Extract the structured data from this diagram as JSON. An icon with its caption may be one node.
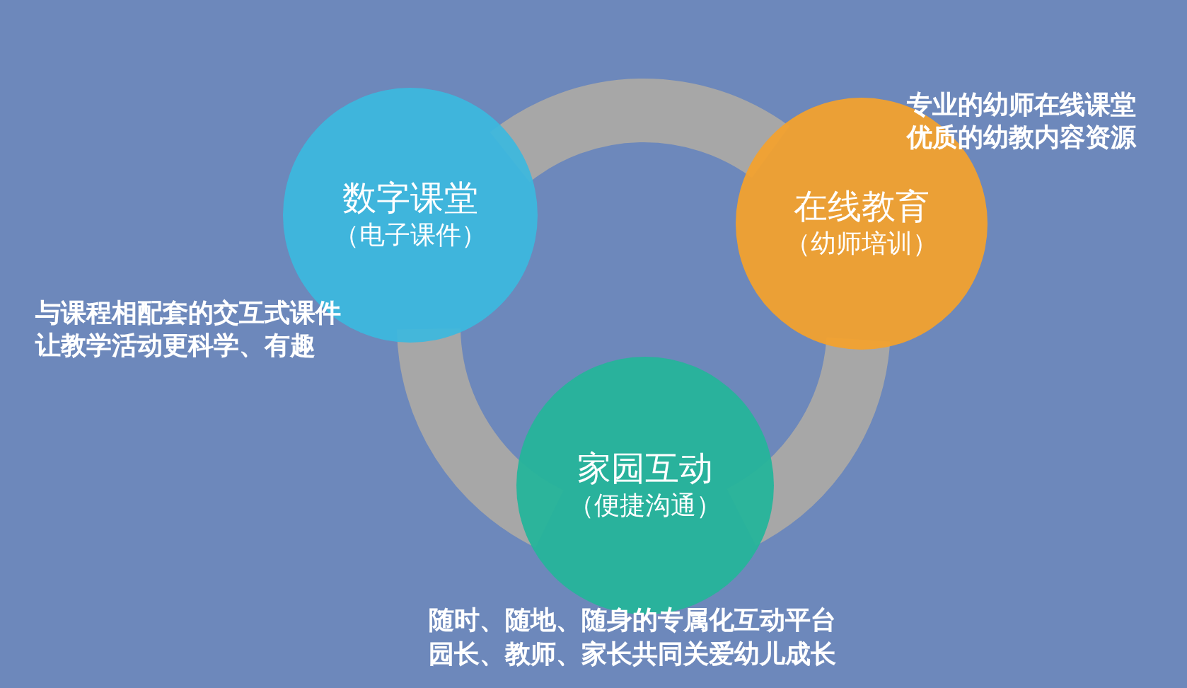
{
  "diagram": {
    "nodes": [
      {
        "text": [
          "数字课堂",
          "（电子课件）"
        ],
        "beside": [
          "与课程相配套的交互式课件",
          "让教学活动更科学、有趣"
        ]
      },
      {
        "text": [
          "在线教育",
          "（幼师培训）"
        ],
        "beside": [
          "专业的幼师在线课堂",
          "优质的幼教内容资源"
        ]
      },
      {
        "text": [
          "家园互动",
          "（便捷沟通）"
        ],
        "beside": [
          "随时、随地、随身的专属化互动平台",
          "园长、教师、家长共同关爱幼儿成长"
        ]
      }
    ],
    "edges": [
      {
        "from": 0,
        "to": 1,
        "arrow": "none"
      },
      {
        "from": 1,
        "to": 2,
        "arrow": "none"
      },
      {
        "from": 2,
        "to": 0,
        "arrow": "none"
      }
    ]
  }
}
